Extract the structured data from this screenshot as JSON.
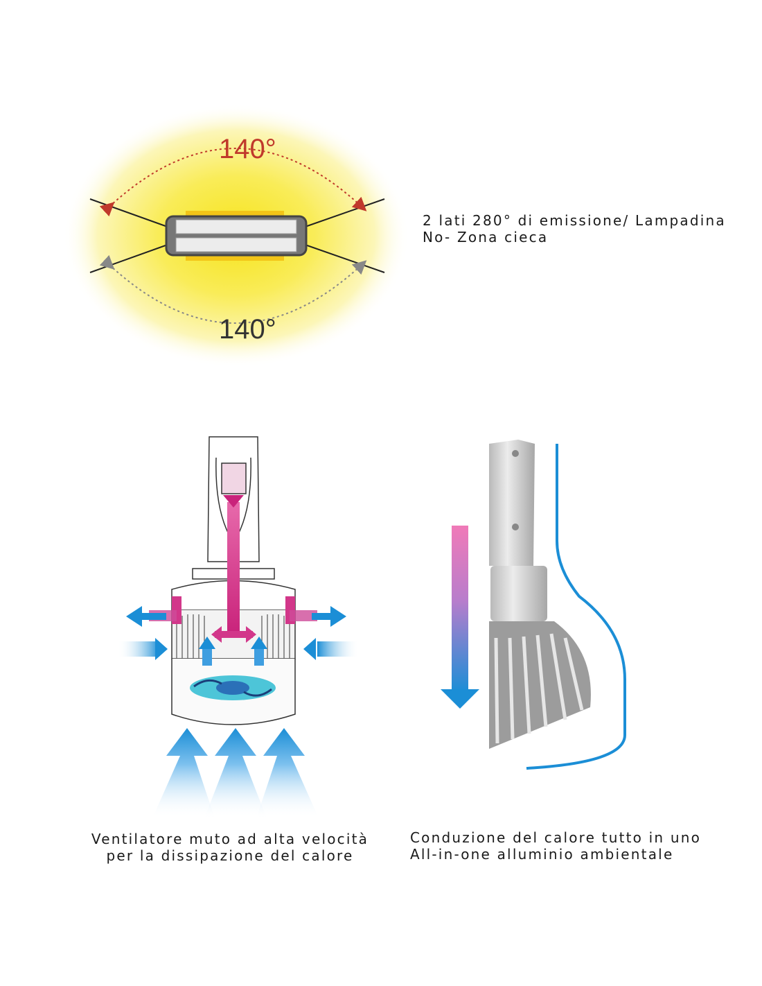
{
  "beam_diagram": {
    "top_angle": "140°",
    "bottom_angle": "140°",
    "caption_line1": "2 lati 280° di emissione/ Lampadina",
    "caption_line2": "No- Zona cieca"
  },
  "fan_diagram": {
    "caption_line1": "Ventilatore muto ad alta velocità",
    "caption_line2": "per la dissipazione del calore"
  },
  "heat_diagram": {
    "caption_line1": "Conduzione del calore tutto in uno",
    "caption_line2": "All-in-one alluminio ambientale"
  },
  "colors": {
    "glow": "#f7e83c",
    "angle_top": "#c0392b",
    "angle_bottom": "#333333",
    "magenta": "#d2378a",
    "blue": "#1b8ed6"
  }
}
